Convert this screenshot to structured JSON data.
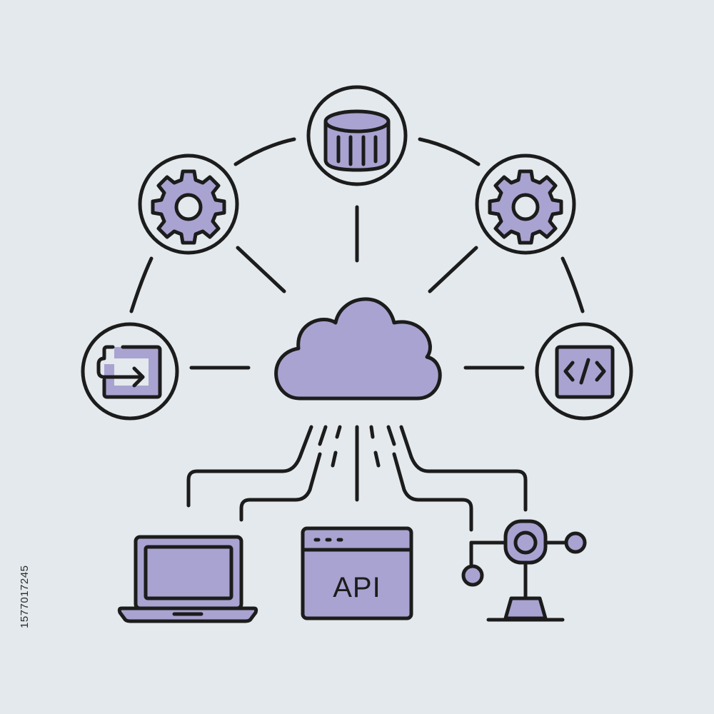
{
  "colors": {
    "background": "#e3e9ec",
    "stroke": "#1c1c1c",
    "fill_purple": "#a9a3d1",
    "circle_fill": "#e3e9ec"
  },
  "center": {
    "icon": "cloud-icon"
  },
  "orbit_nodes": [
    {
      "name": "export",
      "icon": "export-arrow-icon"
    },
    {
      "name": "settings-left",
      "icon": "gear-icon"
    },
    {
      "name": "database",
      "icon": "database-icon"
    },
    {
      "name": "settings-right",
      "icon": "gear-icon"
    },
    {
      "name": "code",
      "icon": "code-icon"
    }
  ],
  "bottom_devices": [
    {
      "name": "laptop",
      "icon": "laptop-icon"
    },
    {
      "name": "api",
      "icon": "browser-window-icon",
      "label": "API"
    },
    {
      "name": "robot-arm",
      "icon": "robot-arm-icon"
    }
  ],
  "api_label": "API",
  "stock_id": "1577017245"
}
